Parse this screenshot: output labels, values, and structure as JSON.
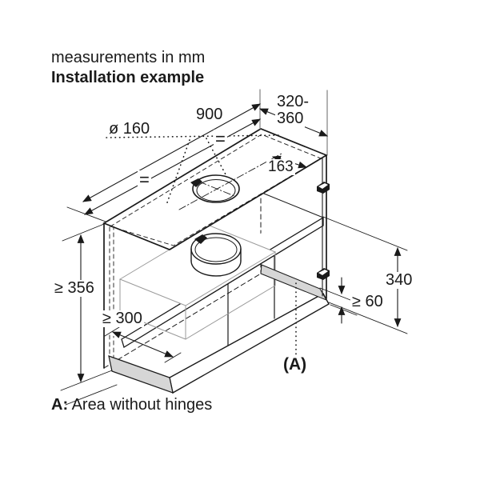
{
  "header": {
    "line1": "measurements in mm",
    "line2": "Installation example"
  },
  "dimensions": {
    "duct_diameter": "ø 160",
    "width": "900",
    "depth_line1": "320-",
    "depth_line2": "360",
    "hole_offset": "163",
    "min_niche_height": "≥ 356",
    "min_shelf_depth": "≥ 300",
    "right_height": "340",
    "min_bottom_clearance": "≥ 60",
    "equal_mark": "="
  },
  "area_marker": {
    "label": "(A)"
  },
  "legend": {
    "key": "A:",
    "text": " Area without hinges"
  },
  "colors": {
    "line": "#1a1a1a",
    "gray_fill": "#d6d6d6",
    "hood_line": "#9a9a9a",
    "extension_line": "#8a8a8a"
  }
}
